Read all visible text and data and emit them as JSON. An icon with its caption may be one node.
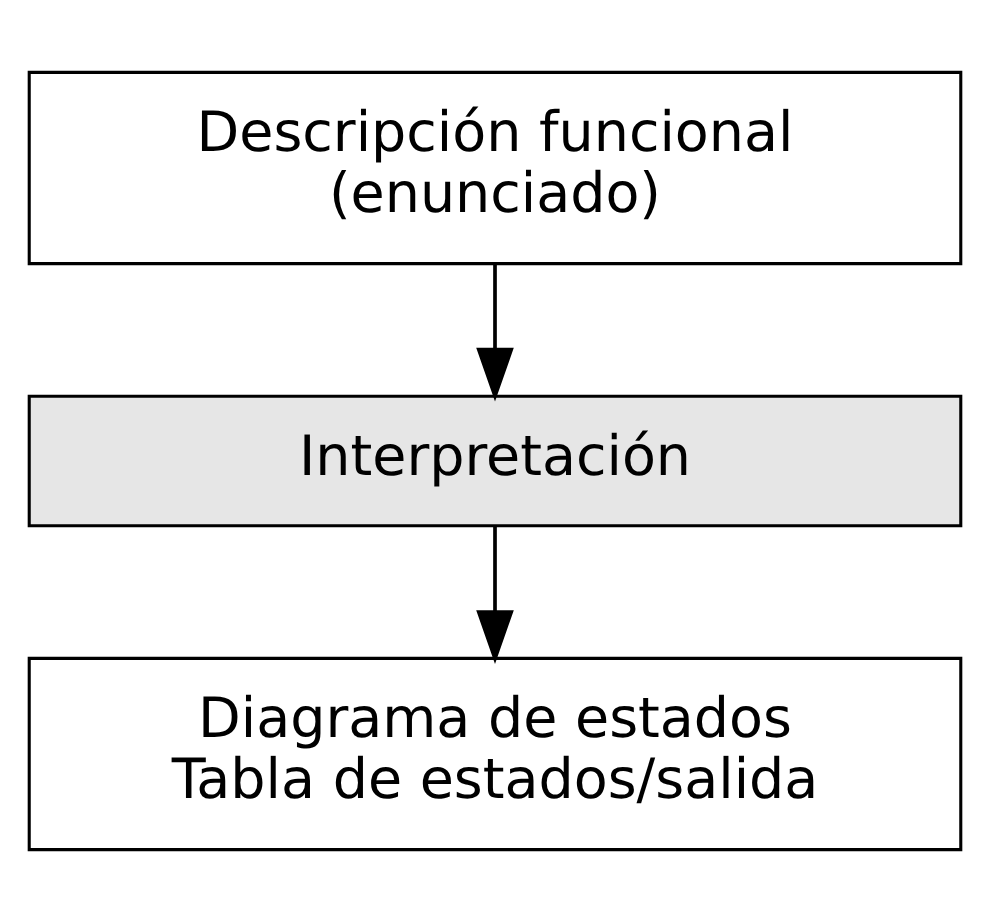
{
  "diagram": {
    "nodes": [
      {
        "text": [
          "Descripción funcional (enunciado)"
        ]
      },
      {
        "text": [
          "Interpretación"
        ]
      },
      {
        "text": [
          "Diagrama de estados",
          "Tabla de estados/salida"
        ]
      }
    ],
    "edges": [
      {
        "from": 0,
        "to": 1,
        "arrow": "to"
      },
      {
        "from": 1,
        "to": 2,
        "arrow": "to"
      }
    ]
  }
}
